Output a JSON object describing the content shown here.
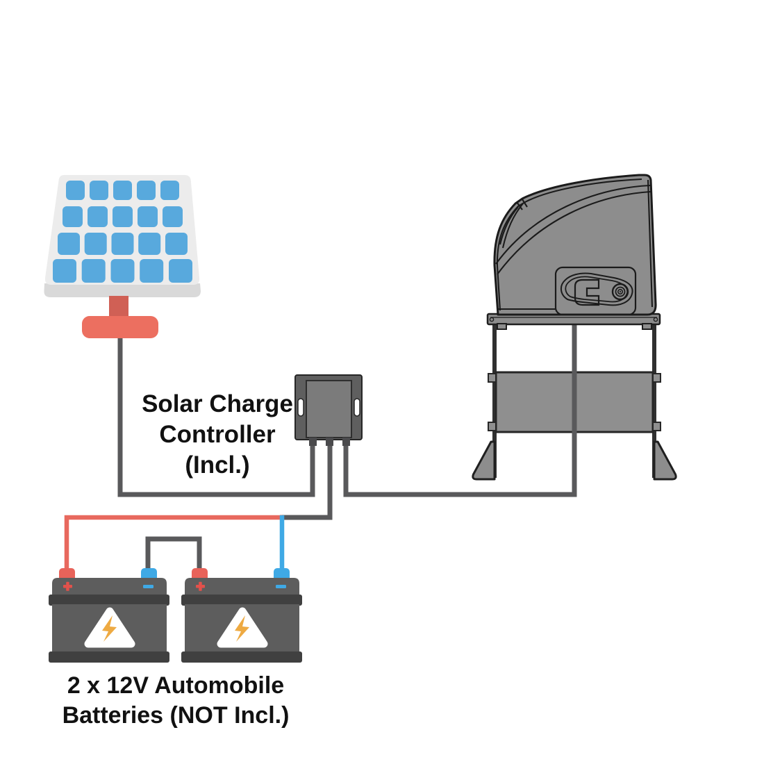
{
  "labels": {
    "controller": {
      "line1": "Solar Charge",
      "line2": "Controller",
      "line3": "(Incl.)"
    },
    "batteries": {
      "line1": "2 x 12V Automobile",
      "line2": "Batteries (NOT Incl.)"
    }
  },
  "components": [
    {
      "name": "solar-panel",
      "description": "solar panel on red stand, 4x5 blue cells"
    },
    {
      "name": "solar-charge-controller",
      "description": "included charge controller box"
    },
    {
      "name": "sliding-gate-opener",
      "description": "gate opener motor on mounting stand"
    },
    {
      "name": "battery-1",
      "description": "12V automobile battery, not included"
    },
    {
      "name": "battery-2",
      "description": "12V automobile battery, not included"
    }
  ],
  "wires": [
    {
      "name": "solar-panel-to-controller",
      "color": "#59595b"
    },
    {
      "name": "controller-to-battery-positive",
      "color": "#e8695e"
    },
    {
      "name": "controller-to-battery-negative",
      "color": "#3fa9e5"
    },
    {
      "name": "battery-series-link",
      "color": "#59595b"
    },
    {
      "name": "controller-to-gate-opener",
      "color": "#59595b"
    }
  ],
  "colors": {
    "wire_dark": "#59595b",
    "wire_red": "#e8695e",
    "wire_blue": "#3fa9e5",
    "cell_blue": "#58a9dd",
    "panel_light": "#ececec",
    "panel_edge": "#d9d9d9",
    "stand_red": "#ec6f60",
    "stand_red_dark": "#d06055",
    "battery_gray": "#5d5d5d",
    "battery_band": "#404040",
    "bolt_orange": "#eeaa42",
    "terminal_red": "#e8635a",
    "terminal_blue": "#3fa9e5",
    "metal_gray": "#8d8d8d",
    "controller_outer": "#5f5f5f",
    "controller_inner": "#7b7b7b",
    "outline_dark": "#1b1b1b",
    "text_color": "#111111"
  }
}
